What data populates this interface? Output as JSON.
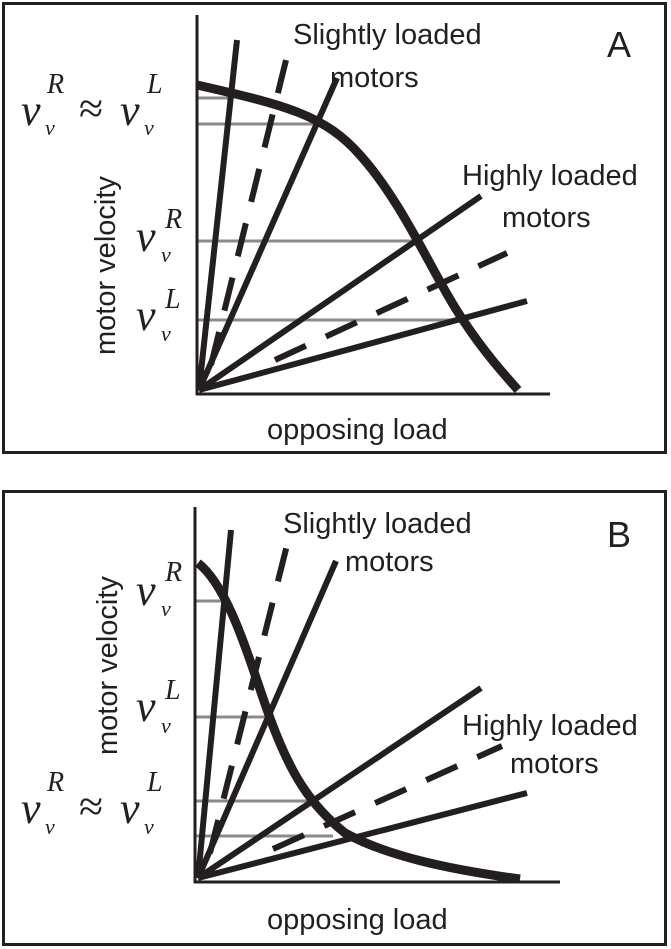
{
  "panels": [
    {
      "letter": "A",
      "ylabel": "motor velocity",
      "xlabel": "opposing load",
      "slight_label": [
        "Slightly loaded",
        "motors"
      ],
      "high_label": [
        "Highly loaded",
        "motors"
      ],
      "v_symbol": "v",
      "sub": "v",
      "sup_R": "R",
      "sup_L": "L",
      "approx": "≈"
    },
    {
      "letter": "B",
      "ylabel": "motor velocity",
      "xlabel": "opposing load",
      "slight_label": [
        "Slightly loaded",
        "motors"
      ],
      "high_label": [
        "Highly loaded",
        "motors"
      ],
      "v_symbol": "v",
      "sub": "v",
      "sup_R": "R",
      "sup_L": "L",
      "approx": "≈"
    }
  ],
  "colors": {
    "ink": "#231f20",
    "guide": "#8a8a8a"
  }
}
